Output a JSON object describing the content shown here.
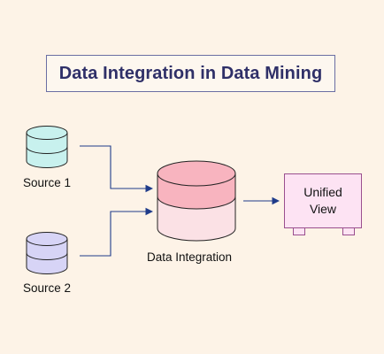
{
  "title": "Data Integration in Data Mining",
  "nodes": {
    "source1": {
      "label": "Source 1",
      "color": "#c8f1ee"
    },
    "source2": {
      "label": "Source 2",
      "color": "#d7d4f6"
    },
    "integration": {
      "label": "Data Integration",
      "color": "#f8b4bf"
    },
    "unified_view": {
      "label": "Unified\nView",
      "color": "#fde3f3"
    }
  },
  "colors": {
    "background": "#fdf3e7",
    "title_border": "#6b6ea3",
    "title_text": "#2f3068",
    "arrow": "#1f3b8a"
  }
}
